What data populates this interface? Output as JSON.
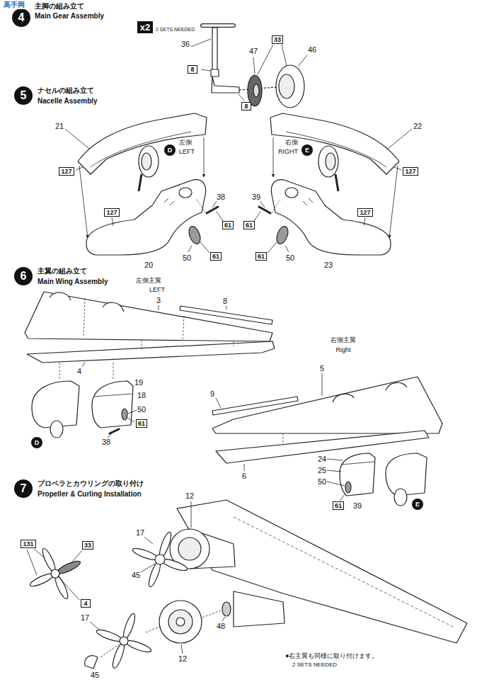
{
  "diagram": {
    "nodes": [
      {
        "text": [
          "4"
        ]
      },
      {
        "text": [
          "x2"
        ]
      },
      {
        "text": [
          "8"
        ]
      },
      {
        "text": [
          "33"
        ]
      },
      {
        "text": [
          "8"
        ]
      },
      {
        "text": [
          "5"
        ]
      },
      {
        "text": [
          "127"
        ]
      },
      {
        "text": [
          "D"
        ]
      },
      {
        "text": [
          "E"
        ]
      },
      {
        "text": [
          "127"
        ]
      },
      {
        "text": [
          "127"
        ]
      },
      {
        "text": [
          "61"
        ]
      },
      {
        "text": [
          "61"
        ]
      },
      {
        "text": [
          "127"
        ]
      },
      {
        "text": [
          "61"
        ]
      },
      {
        "text": [
          "61"
        ]
      },
      {
        "text": [
          "6"
        ]
      },
      {
        "text": [
          "61"
        ]
      },
      {
        "text": [
          "D"
        ]
      },
      {
        "text": [
          "61"
        ]
      },
      {
        "text": [
          "E"
        ]
      },
      {
        "text": [
          "7"
        ]
      },
      {
        "text": [
          "131"
        ]
      },
      {
        "text": [
          "33"
        ]
      },
      {
        "text": [
          "4"
        ]
      }
    ],
    "labels": [
      "高手网",
      "主脚の組み立て",
      "Main Gear Assembly",
      "2 SETS NEEDED",
      "36",
      "47",
      "46",
      "ナセルの組み立て",
      "Nacelle Assembly",
      "21",
      "左側",
      "LEFT",
      "右側",
      "RIGHT",
      "22",
      "38",
      "39",
      "20",
      "50",
      "50",
      "23",
      "主翼の組み立て",
      "Main Wing Assembly",
      "左側主翼",
      "LEFT",
      "3",
      "8",
      "4",
      "19",
      "18",
      "50",
      "38",
      "右側主翼",
      "Right",
      "5",
      "9",
      "6",
      "24",
      "25",
      "50",
      "39",
      "プロペラとカウリングの取り付け",
      "Propeller & Curling Installation",
      "12",
      "17",
      "45",
      "17",
      "48",
      "12",
      "45",
      "●右主翼も同様に取り付けます。",
      "2 SETS NEEDED"
    ]
  }
}
